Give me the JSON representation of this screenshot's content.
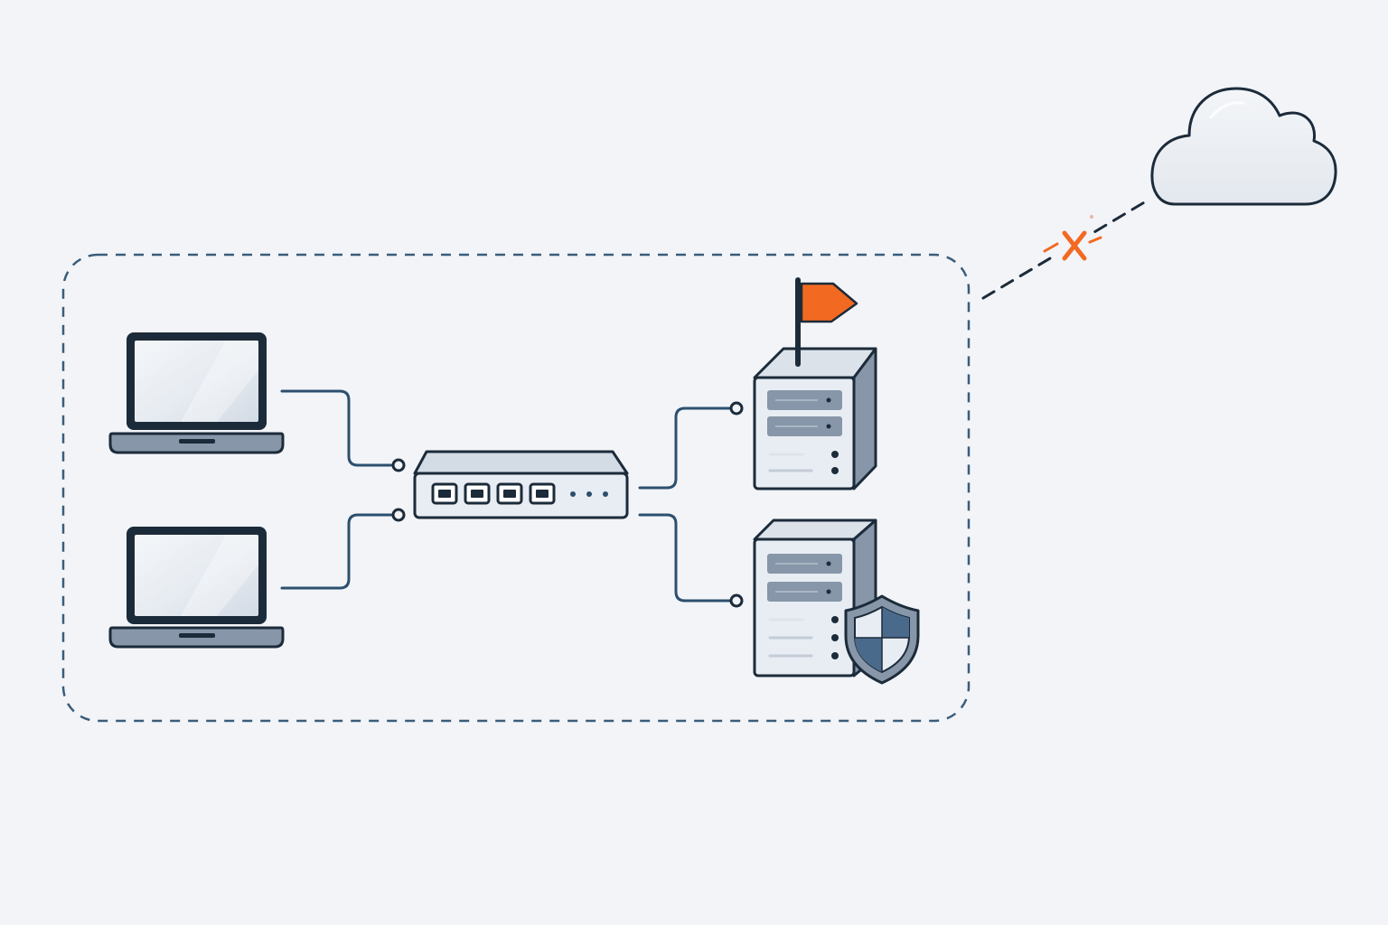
{
  "diagram": {
    "nodes": [
      {
        "id": "laptop-1",
        "kind": "laptop",
        "icon": "laptop-icon"
      },
      {
        "id": "laptop-2",
        "kind": "laptop",
        "icon": "laptop-icon"
      },
      {
        "id": "network-switch",
        "kind": "switch",
        "icon": "network-switch-icon",
        "ports": 4
      },
      {
        "id": "server-flagged",
        "kind": "server",
        "icon": "server-icon",
        "badge": "flag-icon"
      },
      {
        "id": "server-protected",
        "kind": "server",
        "icon": "server-icon",
        "badge": "shield-icon"
      },
      {
        "id": "cloud",
        "kind": "cloud",
        "icon": "cloud-icon"
      }
    ],
    "links": [
      {
        "from": "laptop-1",
        "to": "network-switch",
        "style": "solid"
      },
      {
        "from": "laptop-2",
        "to": "network-switch",
        "style": "solid"
      },
      {
        "from": "network-switch",
        "to": "server-flagged",
        "style": "solid"
      },
      {
        "from": "network-switch",
        "to": "server-protected",
        "style": "solid"
      },
      {
        "from": "local-network-boundary",
        "to": "cloud",
        "style": "dashed",
        "status": "broken",
        "marker": "broken-link-x-icon"
      }
    ],
    "boundary": {
      "id": "local-network-boundary",
      "style": "dashed"
    },
    "colors": {
      "background": "#f2f4f8",
      "outline": "#1c2b3a",
      "link": "#2c4f6e",
      "boundary": "#3a5d7a",
      "device_fill": "#e8edf3",
      "device_shade": "#8796a8",
      "alert": "#f26a21",
      "shield_blue": "#4a6a8c"
    }
  }
}
